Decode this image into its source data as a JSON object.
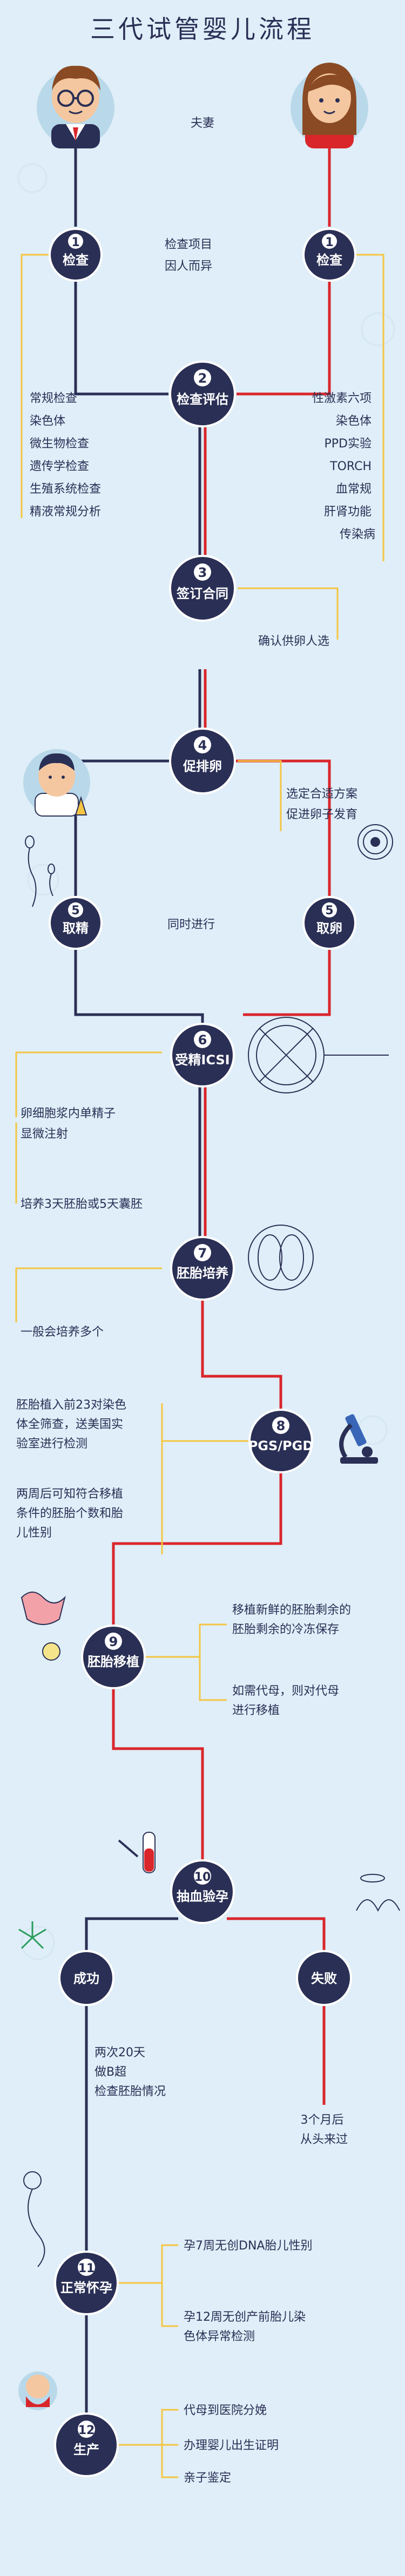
{
  "title": "三代试管婴儿流程",
  "couple_label": "夫妻",
  "steps": {
    "s1_left": {
      "num": "1",
      "label": "检查"
    },
    "s1_right": {
      "num": "1",
      "label": "检查"
    },
    "s2": {
      "num": "2",
      "label": "检查评估"
    },
    "s3": {
      "num": "3",
      "label": "签订合同"
    },
    "s4": {
      "num": "4",
      "label": "促排卵"
    },
    "s5_left": {
      "num": "5",
      "label": "取精"
    },
    "s5_right": {
      "num": "5",
      "label": "取卵"
    },
    "s6": {
      "num": "6",
      "label": "受精ICSI"
    },
    "s7": {
      "num": "7",
      "label": "胚胎培养"
    },
    "s8": {
      "num": "8",
      "label": "PGS/PGD"
    },
    "s9": {
      "num": "9",
      "label": "胚胎移植"
    },
    "s10": {
      "num": "10",
      "label": "抽血验孕"
    },
    "success": {
      "label": "成功"
    },
    "failure": {
      "label": "失败"
    },
    "s11": {
      "num": "11",
      "label": "正常怀孕"
    },
    "s12": {
      "num": "12",
      "label": "生产"
    }
  },
  "notes": {
    "exam_items": [
      "检查项目",
      "因人而异"
    ],
    "male_exam": [
      "常规检查",
      "染色体",
      "微生物检查",
      "遗传学检查",
      "生殖系统检查",
      "精液常规分析"
    ],
    "female_exam": [
      "性激素六项",
      "染色体",
      "PPD实验",
      "TORCH",
      "血常规",
      "肝肾功能",
      "传染病"
    ],
    "contract": [
      "确认供卵人选"
    ],
    "ovulation": [
      "选定合适方案",
      "促进卵子发育"
    ],
    "simultaneous": [
      "同时进行"
    ],
    "icsi": [
      "卵细胞浆内单精子",
      "显微注射"
    ],
    "culture_a": [
      "培养3天胚胎或5天囊胚"
    ],
    "culture_b": [
      "一般会培养多个"
    ],
    "pgs_a": [
      "胚胎植入前23对染色",
      "体全筛查，送美国实",
      "验室进行检测"
    ],
    "pgs_b": [
      "两周后可知符合移植",
      "条件的胚胎个数和胎",
      "儿性别"
    ],
    "transfer_a": [
      "移植新鲜的胚胎剩余的",
      "胚胎剩余的冷冻保存"
    ],
    "transfer_b": [
      "如需代母，则对代母",
      "进行移植"
    ],
    "success_note": [
      "两次20天",
      "做B超",
      "检查胚胎情况"
    ],
    "failure_note": [
      "3个月后",
      "从头来过"
    ],
    "pregnancy_a": [
      "孕7周无创DNA胎儿性别"
    ],
    "pregnancy_b": [
      "孕12周无创产前胎儿染",
      "色体异常检测"
    ],
    "birth": [
      "代母到医院分娩",
      "办理婴儿出生证明",
      "亲子鉴定"
    ]
  },
  "colors": {
    "background": "#dfeef8",
    "node": "#2a2f55",
    "red_line": "#d9262b",
    "yellow_line": "#f5c542",
    "text": "#2a2f55"
  }
}
